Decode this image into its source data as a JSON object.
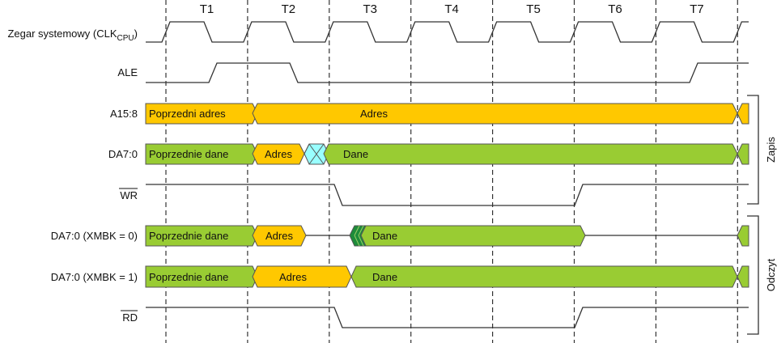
{
  "cycles": [
    "T1",
    "T2",
    "T3",
    "T4",
    "T5",
    "T6",
    "T7"
  ],
  "signals": {
    "clk": "Zegar systemowy (CLK",
    "clk_sub": "CPU",
    "clk_close": ")",
    "ale": "ALE",
    "a15": "A15:8",
    "da": "DA7:0",
    "wr": "WR",
    "da_xmbk0": "DA7:0 (XMBK = 0)",
    "da_xmbk1": "DA7:0 (XMBK = 1)",
    "rd": "RD"
  },
  "segments": {
    "prev_address": "Poprzedni adres",
    "address": "Adres",
    "prev_data": "Poprzednie dane",
    "data": "Dane"
  },
  "groups": {
    "write": "Zapis",
    "read": "Odczyt"
  },
  "colors": {
    "address": "#FFC800",
    "data": "#99CC33",
    "invalid": "#99FFFF",
    "transition": "#1E8C3A"
  }
}
